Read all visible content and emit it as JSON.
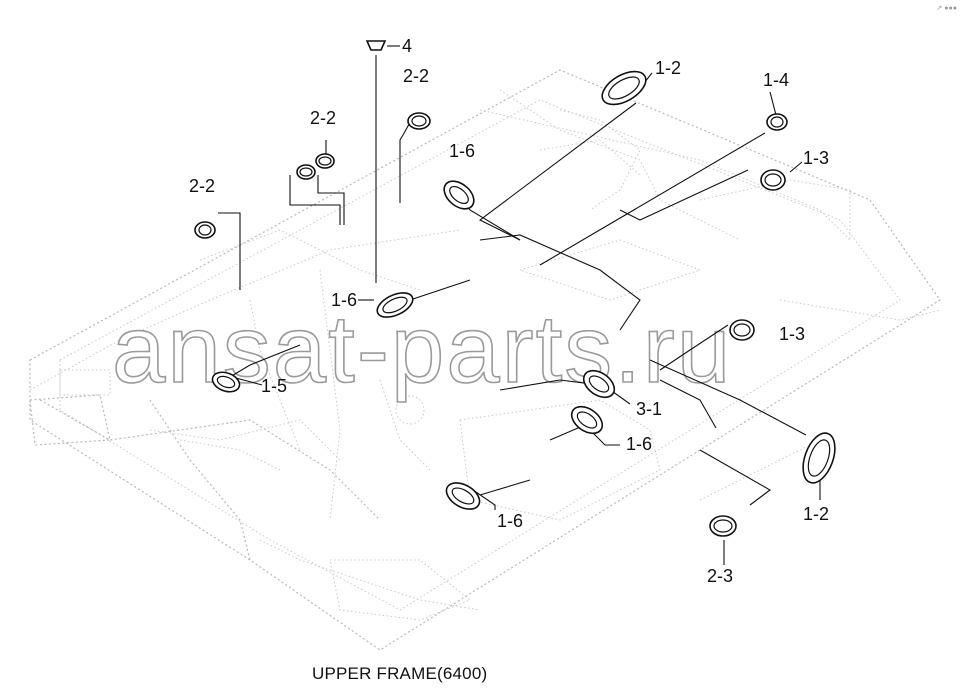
{
  "caption": "UPPER FRAME(6400)",
  "watermark": "ansat-parts.ru",
  "corner_mark": "↗ ●●●",
  "callouts": {
    "c4": "4",
    "c2_2_top": "2-2",
    "c2_2_mid": "2-2",
    "c2_2_left": "2-2",
    "c1_2_top": "1-2",
    "c1_4": "1-4",
    "c1_3_top": "1-3",
    "c1_6_upper": "1-6",
    "c1_6_left": "1-6",
    "c1_3_mid": "1-3",
    "c1_5": "1-5",
    "c3_1": "3-1",
    "c1_6_mid": "1-6",
    "c1_2_bottom": "1-2",
    "c1_6_bottom": "1-6",
    "c2_3": "2-3"
  }
}
